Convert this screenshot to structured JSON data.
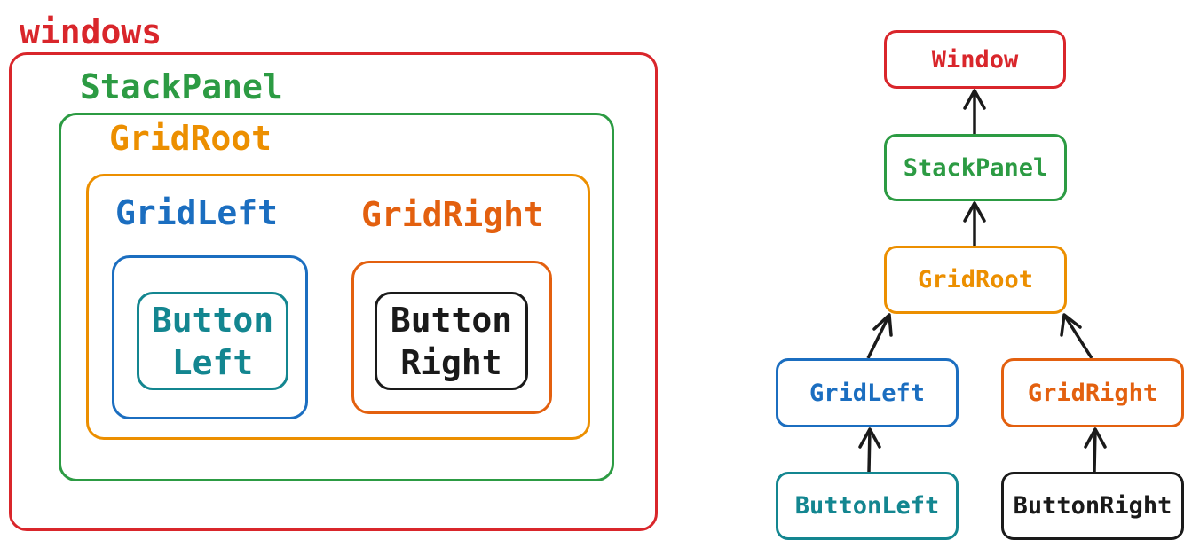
{
  "colors": {
    "window": "#d9262b",
    "stack_panel": "#2c9b43",
    "grid_root": "#ec8f00",
    "grid_left": "#1b6ec0",
    "grid_right": "#e3600f",
    "button_left": "#138690",
    "button_right": "#1a1a1a",
    "arrow": "#1a1a1a"
  },
  "layout_view": {
    "window_label": "windows",
    "stack_panel_label": "StackPanel",
    "grid_root_label": "GridRoot",
    "grid_left_label": "GridLeft",
    "grid_right_label": "GridRight",
    "button_left_label": "Button\nLeft",
    "button_right_label": "Button\nRight"
  },
  "tree_view": {
    "window": "Window",
    "stack_panel": "StackPanel",
    "grid_root": "GridRoot",
    "grid_left": "GridLeft",
    "grid_right": "GridRight",
    "button_left": "ButtonLeft",
    "button_right": "ButtonRight"
  }
}
